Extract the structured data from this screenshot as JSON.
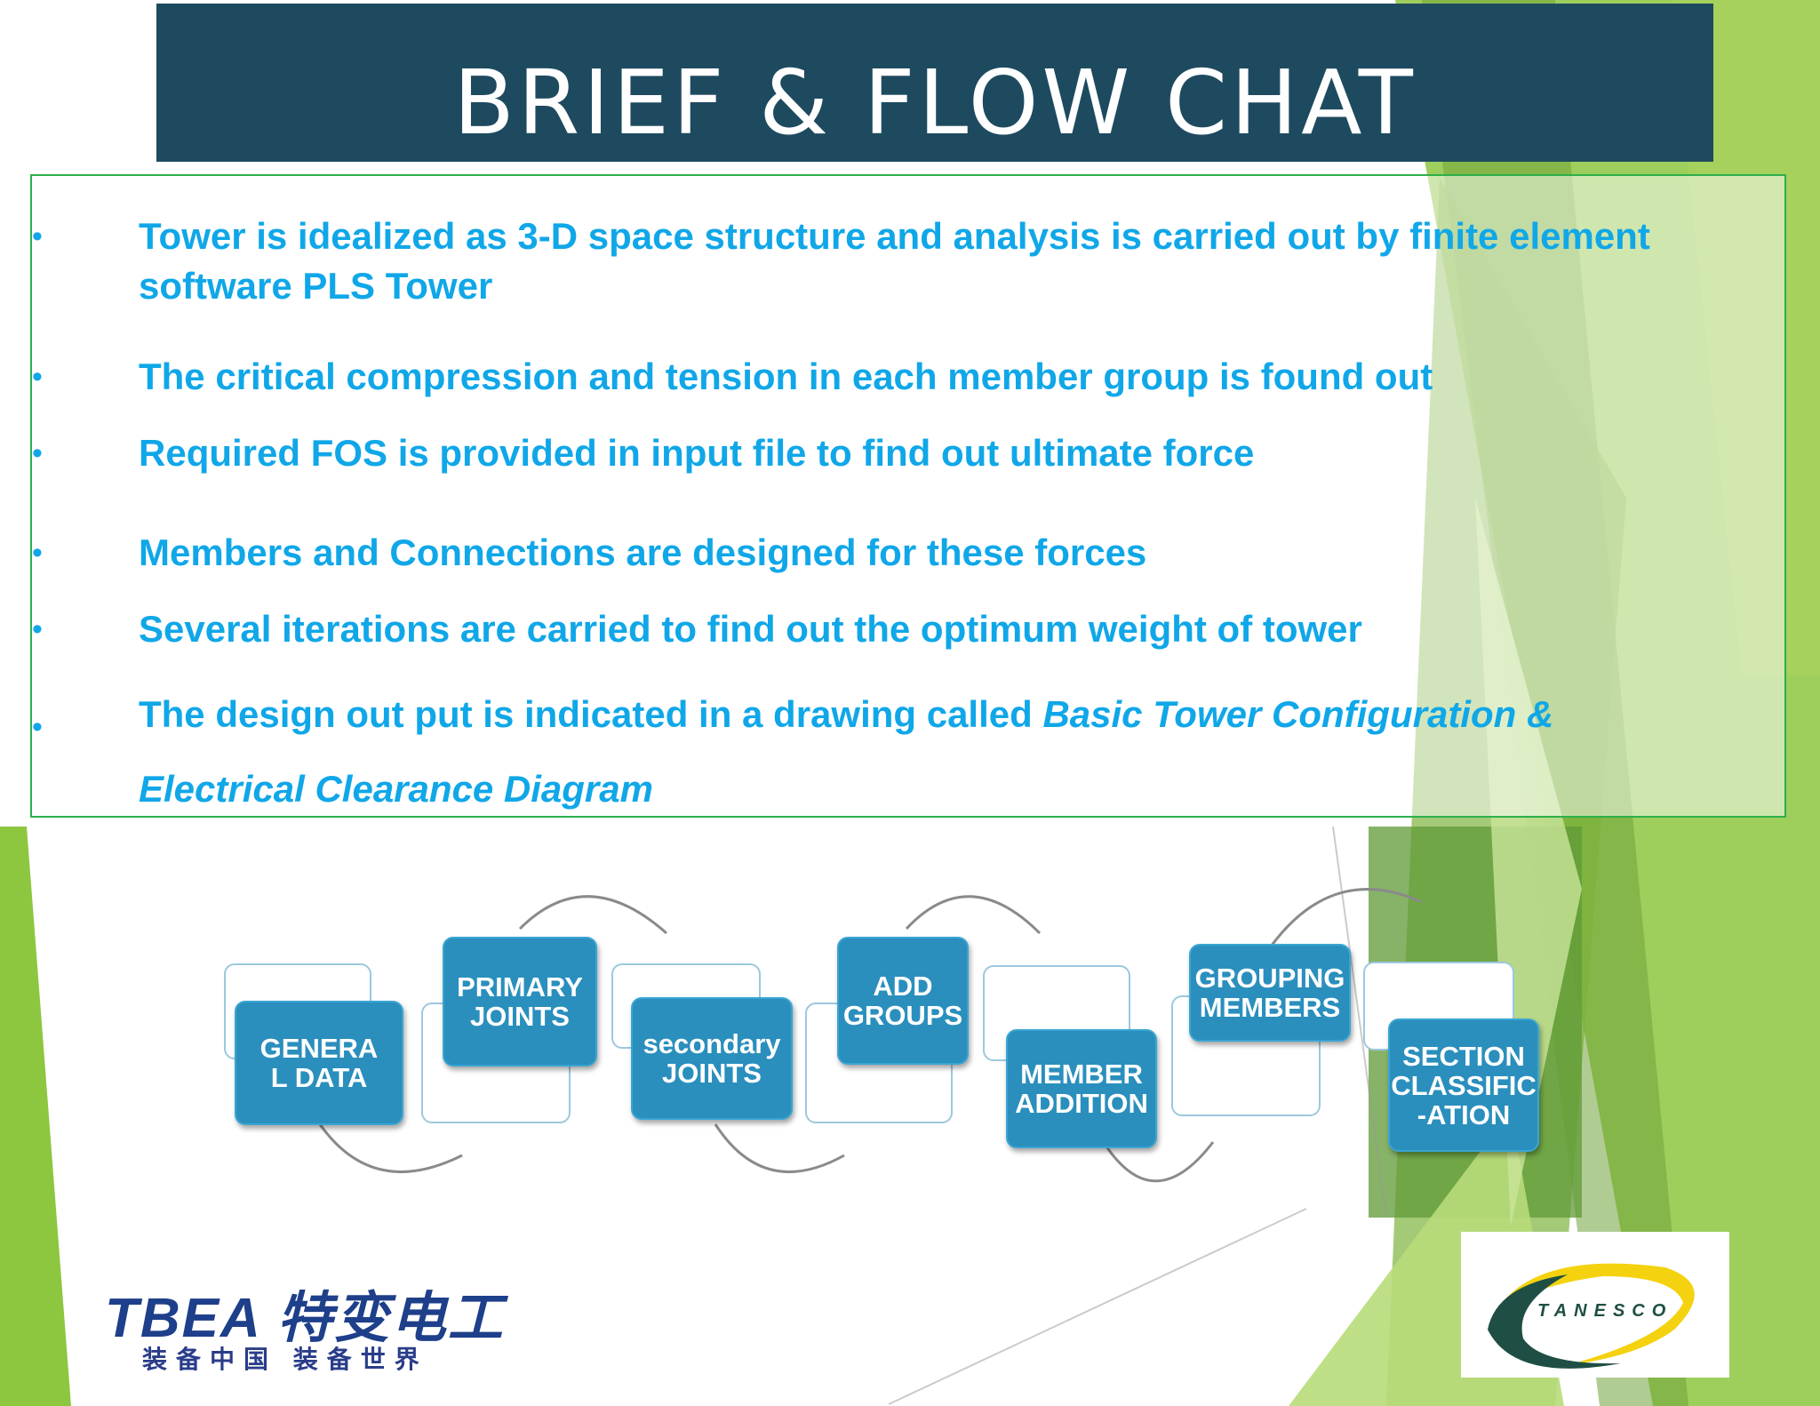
{
  "title": "BRIEF & FLOW CHAT",
  "bullets": [
    {
      "mark": "•",
      "line1": "Tower is idealized as 3-D space structure and analysis is carried out by finite element",
      "line2": "software PLS Tower"
    },
    {
      "mark": "•",
      "text": "The critical compression and tension in each member group is found out"
    },
    {
      "mark": "•",
      "text": "Required FOS is provided in input file to find out ultimate force"
    },
    {
      "mark": "•",
      "text": "Members and Connections are designed for these forces"
    },
    {
      "mark": "•",
      "text": "Several iterations are carried to find out the optimum weight of tower"
    },
    {
      "mark": "•",
      "text_plain": "The design out put is indicated in a drawing called ",
      "text_italic_1": "Basic Tower Configuration &",
      "text_italic_2": "Electrical Clearance Diagram"
    }
  ],
  "flow_steps": [
    {
      "label": "GENERA\n  L DATA"
    },
    {
      "label": "PRIMARY\nJOINTS"
    },
    {
      "label": "secondary\nJOINTS"
    },
    {
      "label": "ADD\nGROUPS"
    },
    {
      "label": "MEMBER\nADDITION"
    },
    {
      "label": "GROUPING\nMEMBERS"
    },
    {
      "label": "SECTION\nCLASSIFIC\n-ATION"
    }
  ],
  "logos": {
    "tbea_main": "TBEA 特变电工",
    "tbea_sub": "装备中国  装备世界",
    "tanesco": "TANESCO"
  },
  "colors": {
    "banner": "#1e4a5f",
    "bullet_text": "#10a7e8",
    "step_fill": "#2a8fbd",
    "green_accent": "#8cc63f"
  }
}
